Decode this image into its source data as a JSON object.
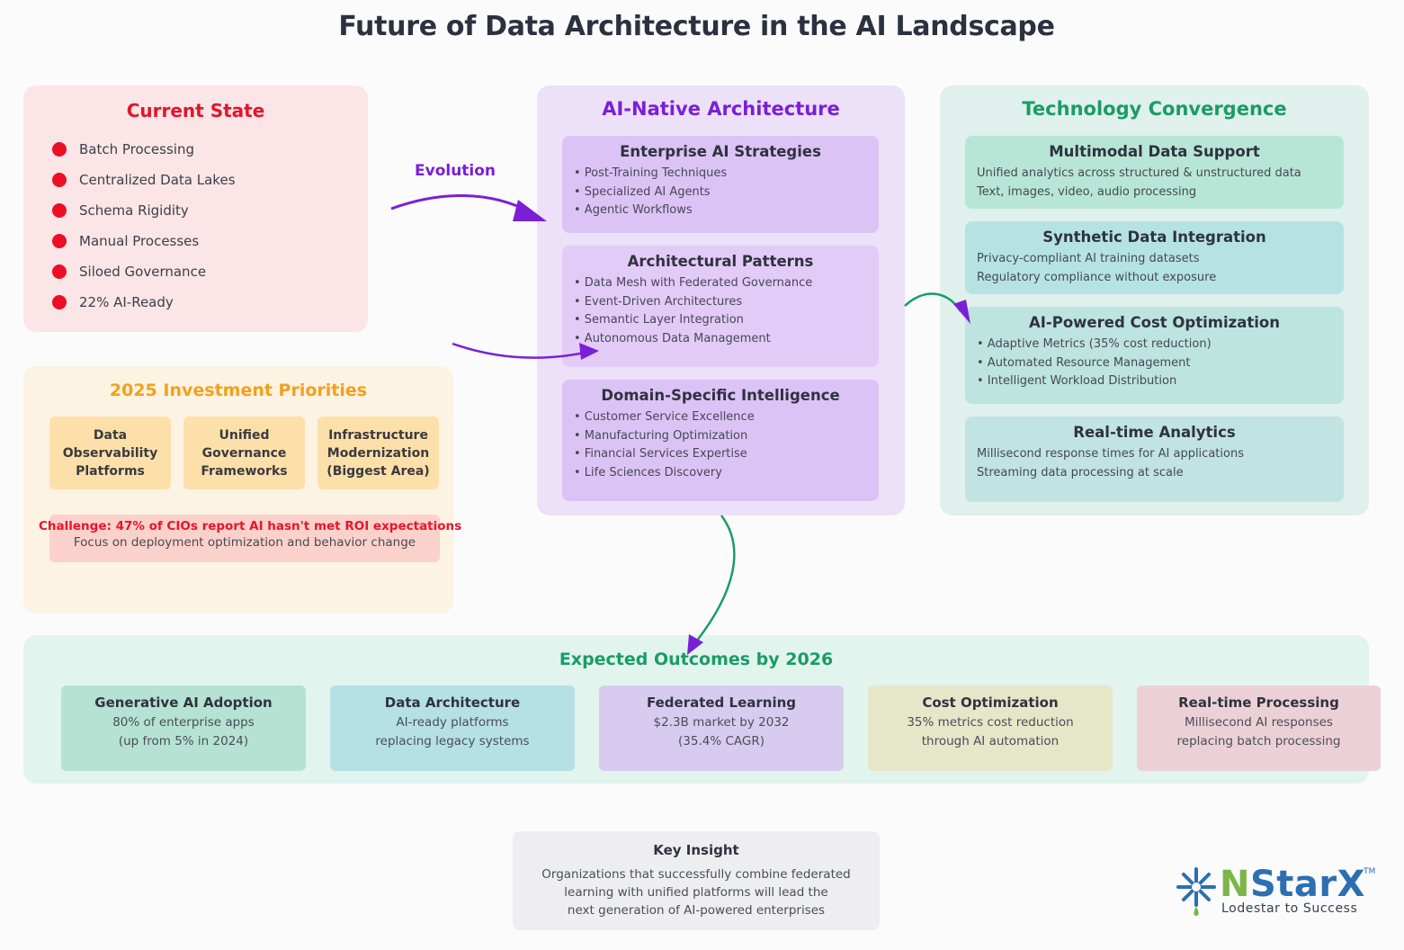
{
  "title": "Future of Data Architecture in the AI Landscape",
  "current_state": {
    "title": "Current State",
    "items": [
      "Batch Processing",
      "Centralized Data Lakes",
      "Schema Rigidity",
      "Manual Processes",
      "Siloed Governance",
      "22% AI-Ready"
    ]
  },
  "evolution_label": "Evolution",
  "investment": {
    "title": "2025 Investment Priorities",
    "boxes": [
      "Data Observability Platforms",
      "Unified Governance Frameworks",
      "Infrastructure Modernization (Biggest Area)"
    ],
    "challenge": "Challenge: 47% of CIOs report AI hasn't met ROI expectations",
    "challenge_note": "Focus on deployment optimization and behavior change"
  },
  "ai_native": {
    "title": "AI-Native Architecture",
    "sections": [
      {
        "title": "Enterprise AI Strategies",
        "items": [
          "• Post-Training Techniques",
          "• Specialized AI Agents",
          "• Agentic Workflows"
        ]
      },
      {
        "title": "Architectural Patterns",
        "items": [
          "• Data Mesh with Federated Governance",
          "• Event-Driven Architectures",
          "• Semantic Layer Integration",
          "• Autonomous Data Management"
        ]
      },
      {
        "title": "Domain-Specific Intelligence",
        "items": [
          "• Customer Service Excellence",
          "• Manufacturing Optimization",
          "• Financial Services Expertise",
          "• Life Sciences Discovery"
        ]
      }
    ]
  },
  "tech": {
    "title": "Technology Convergence",
    "sections": [
      {
        "title": "Multimodal Data Support",
        "items": [
          "Unified analytics across structured & unstructured data",
          "Text, images, video, audio processing"
        ]
      },
      {
        "title": "Synthetic Data Integration",
        "items": [
          "Privacy-compliant AI training datasets",
          "Regulatory compliance without exposure"
        ]
      },
      {
        "title": "AI-Powered Cost Optimization",
        "items": [
          "• Adaptive Metrics (35% cost reduction)",
          "• Automated Resource Management",
          "• Intelligent Workload Distribution"
        ]
      },
      {
        "title": "Real-time Analytics",
        "items": [
          "Millisecond response times for AI applications",
          "Streaming data processing at scale"
        ]
      }
    ]
  },
  "outcomes": {
    "title": "Expected Outcomes by 2026",
    "boxes": [
      {
        "title": "Generative AI Adoption",
        "l1": "80% of enterprise apps",
        "l2": "(up from 5% in 2024)"
      },
      {
        "title": "Data Architecture",
        "l1": "AI-ready platforms",
        "l2": "replacing legacy systems"
      },
      {
        "title": "Federated Learning",
        "l1": "$2.3B market by 2032",
        "l2": "(35.4% CAGR)"
      },
      {
        "title": "Cost Optimization",
        "l1": "35% metrics cost reduction",
        "l2": "through AI automation"
      },
      {
        "title": "Real-time Processing",
        "l1": "Millisecond AI responses",
        "l2": "replacing batch processing"
      }
    ]
  },
  "insight": {
    "title": "Key Insight",
    "l1": "Organizations that successfully combine federated",
    "l2": "learning with unified platforms will lead the",
    "l3": "next generation of AI-powered enterprises"
  },
  "logo": {
    "brand_n": "N",
    "brand_rest": "StarX",
    "tm": "TM",
    "tagline": "Lodestar to Success"
  },
  "colors": {
    "red": "#ea0f25",
    "purple": "#7a1fd6",
    "green": "#1a9c66",
    "orange": "#f3a01d"
  }
}
